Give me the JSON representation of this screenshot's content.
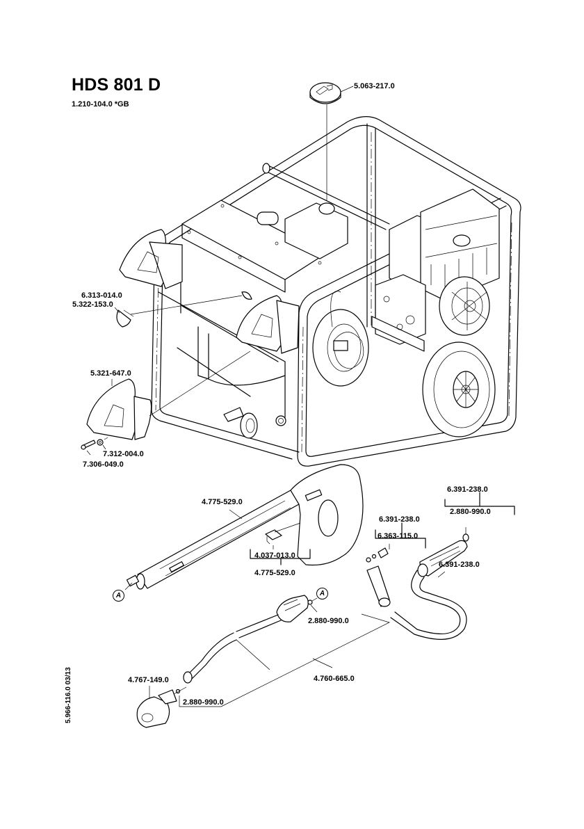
{
  "header": {
    "model": "HDS 801 D",
    "order_number": "1.210-104.0  *GB"
  },
  "document_number": "5.966-116.0  03/13",
  "connection_marker": "A",
  "parts": {
    "fuel_cap": "5.063-217.0",
    "plug_label": "6.313-014.0",
    "cap_insert": "5.322-153.0",
    "handle_cover": "5.321-647.0",
    "washer": "7.312-004.0",
    "screw": "7.306-049.0",
    "trigger_gun": "4.775-529.0",
    "safety_catch": "4.037-013.0",
    "trigger_gun_set": "4.775-529.0",
    "hose_set_left": "6.391-238.0",
    "hose_connector": "6.363-115.0",
    "hose_set_right": "6.391-238.0",
    "o_ring_hose": "2.880-990.0",
    "hose": "6.391-238.0",
    "o_ring_lance": "2.880-990.0",
    "lance": "4.760-665.0",
    "nozzle": "4.767-149.0",
    "o_ring_nozzle": "2.880-990.0"
  }
}
